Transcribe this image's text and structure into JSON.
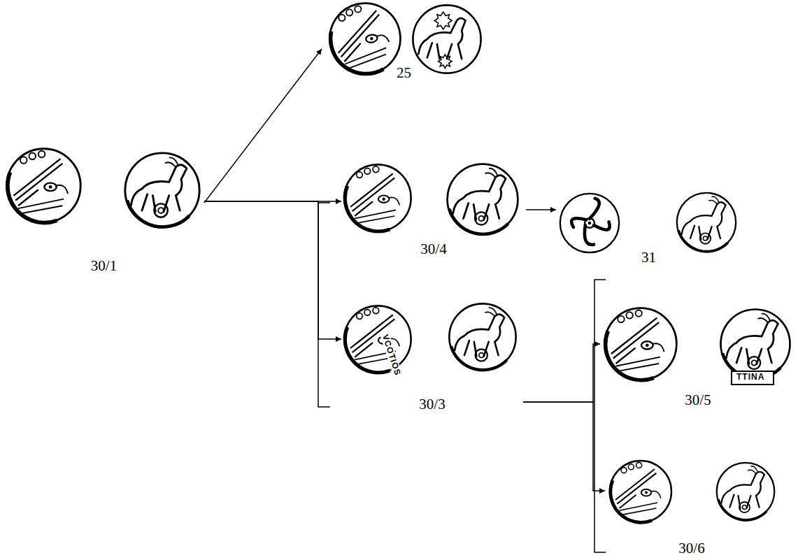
{
  "diagram": {
    "nodes": [
      {
        "text": [
          "30/1"
        ]
      },
      {
        "text": [
          "25"
        ]
      },
      {
        "text": [
          "30/4"
        ]
      },
      {
        "text": [
          "31"
        ]
      },
      {
        "text": [
          "30/3"
        ]
      },
      {
        "text": [
          "30/5"
        ]
      },
      {
        "text": [
          "30/6"
        ]
      }
    ],
    "edges": [
      {
        "from": 0,
        "to": 1,
        "arrow": "to"
      },
      {
        "from": 0,
        "to": 2,
        "arrow": "to"
      },
      {
        "from": 0,
        "to": 4,
        "arrow": "to"
      },
      {
        "from": 2,
        "to": 3,
        "arrow": "to"
      },
      {
        "from": 4,
        "to": 5,
        "arrow": "to"
      },
      {
        "from": 4,
        "to": 6,
        "arrow": "to"
      }
    ],
    "labels": [
      "VCOTIOS",
      "TTINA"
    ]
  }
}
